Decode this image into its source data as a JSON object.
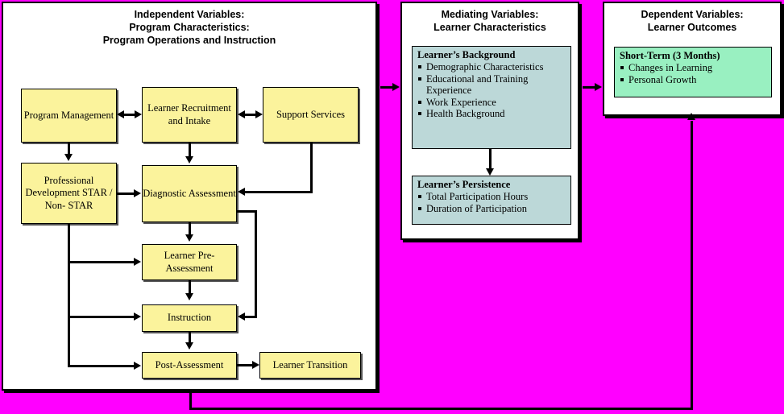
{
  "diagram": {
    "background_color": "#ff00ff",
    "panel_color": "#ffffff",
    "flow_box_color": "#fbf39c",
    "list_box_color_blue": "#bcd8d8",
    "list_box_color_green": "#99f0c1"
  },
  "panel_independent": {
    "title_line1": "Independent Variables:",
    "title_line2": "Program Characteristics:",
    "title_line3": "Program Operations and Instruction",
    "boxes": {
      "program_management": "Program Management",
      "learner_recruitment": "Learner Recruitment and Intake",
      "support_services": "Support Services",
      "professional_development": "Professional Development STAR / Non- STAR",
      "diagnostic_assessment": "Diagnostic Assessment",
      "learner_pre_assessment": "Learner Pre-Assessment",
      "instruction": "Instruction",
      "post_assessment": "Post-Assessment",
      "learner_transition": "Learner Transition"
    }
  },
  "panel_mediating": {
    "title_line1": "Mediating Variables:",
    "title_line2": "Learner Characteristics",
    "background": {
      "heading": "Learner’s Background",
      "items": [
        "Demographic Characteristics",
        "Educational and Training Experience",
        "Work Experience",
        "Health Background"
      ]
    },
    "persistence": {
      "heading": "Learner’s Persistence",
      "items": [
        "Total Participation Hours",
        "Duration of Participation"
      ]
    }
  },
  "panel_dependent": {
    "title_line1": "Dependent Variables:",
    "title_line2": "Learner Outcomes",
    "short_term": {
      "heading": "Short-Term (3 Months)",
      "items": [
        "Changes in Learning",
        "Personal Growth"
      ]
    }
  }
}
